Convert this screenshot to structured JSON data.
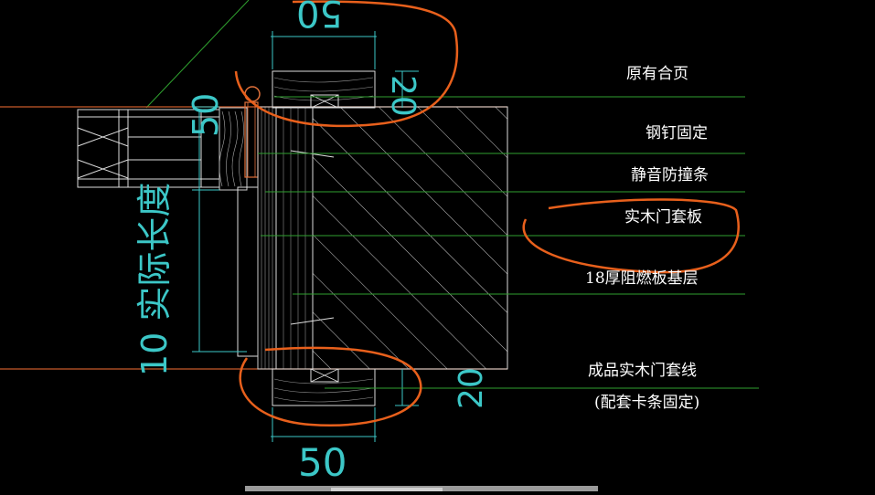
{
  "labels": {
    "hinge": "原有合页",
    "steel_nail": "钢钉固定",
    "silent_strip": "静音防撞条",
    "solid_wood_board": "实木门套板",
    "fire_base": "18厚阻燃板基层",
    "finished_trim": "成品实木门套线",
    "clip_fixed": "(配套卡条固定)"
  },
  "dimensions": {
    "top_width": "50",
    "top_height": "20",
    "left_depth": "50",
    "left_length": "10 实际长度",
    "bottom_height": "20",
    "bottom_width": "50"
  },
  "colors": {
    "background": "#000000",
    "dim_cyan": "#3cc7c7",
    "leader_green": "#2fa02f",
    "markup_orange": "#e8601c",
    "wall_line": "#c85a2a",
    "wood_hatch": "#d8d8d8",
    "text": "#ffffff"
  }
}
